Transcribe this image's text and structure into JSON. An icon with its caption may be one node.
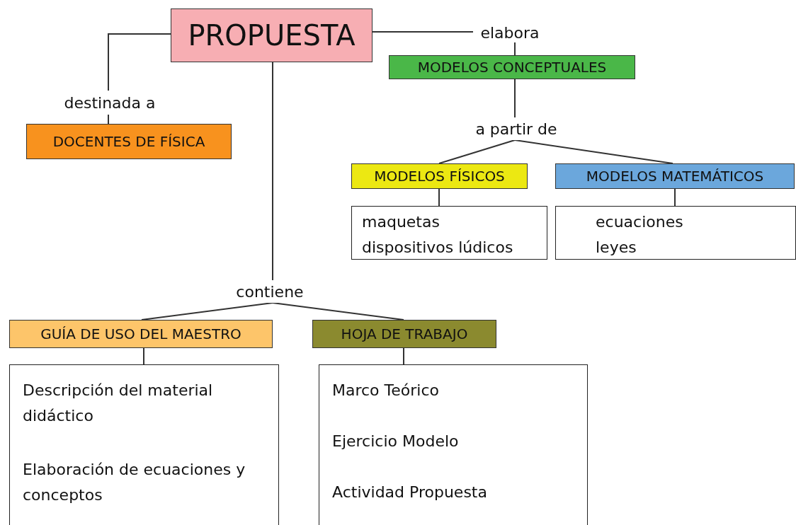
{
  "diagram": {
    "nodes": [
      {
        "text": [
          "PROPUESTA"
        ]
      },
      {
        "text": [
          "destinada a"
        ]
      },
      {
        "text": [
          "DOCENTES DE FÍSICA"
        ]
      },
      {
        "text": [
          "elabora"
        ]
      },
      {
        "text": [
          "MODELOS CONCEPTUALES"
        ]
      },
      {
        "text": [
          "a partir de"
        ]
      },
      {
        "text": [
          "MODELOS FÍSICOS"
        ]
      },
      {
        "text": [
          "MODELOS MATEMÁTICOS"
        ]
      },
      {
        "text": [
          "maquetas",
          "dispositivos lúdicos"
        ]
      },
      {
        "text": [
          "ecuaciones",
          "leyes"
        ]
      },
      {
        "text": [
          "contiene"
        ]
      },
      {
        "text": [
          "GUÍA DE USO DEL MAESTRO"
        ]
      },
      {
        "text": [
          "HOJA DE TRABAJO"
        ]
      },
      {
        "text": [
          "Descripción del material didáctico",
          "Elaboración de ecuaciones y conceptos"
        ]
      },
      {
        "text": [
          "Marco Teórico",
          "Ejercicio Modelo",
          "Actividad Propuesta"
        ]
      }
    ],
    "edges": [
      {
        "from": 0,
        "to": 1,
        "arrow": "none"
      },
      {
        "from": 1,
        "to": 2,
        "arrow": "none"
      },
      {
        "from": 0,
        "to": 3,
        "arrow": "none"
      },
      {
        "from": 3,
        "to": 4,
        "arrow": "none"
      },
      {
        "from": 4,
        "to": 5,
        "arrow": "none"
      },
      {
        "from": 5,
        "to": 6,
        "arrow": "none"
      },
      {
        "from": 5,
        "to": 7,
        "arrow": "none"
      },
      {
        "from": 6,
        "to": 8,
        "arrow": "none"
      },
      {
        "from": 7,
        "to": 9,
        "arrow": "none"
      },
      {
        "from": 0,
        "to": 10,
        "arrow": "none"
      },
      {
        "from": 10,
        "to": 11,
        "arrow": "none"
      },
      {
        "from": 10,
        "to": 12,
        "arrow": "none"
      },
      {
        "from": 11,
        "to": 13,
        "arrow": "none"
      },
      {
        "from": 12,
        "to": 14,
        "arrow": "none"
      }
    ]
  }
}
